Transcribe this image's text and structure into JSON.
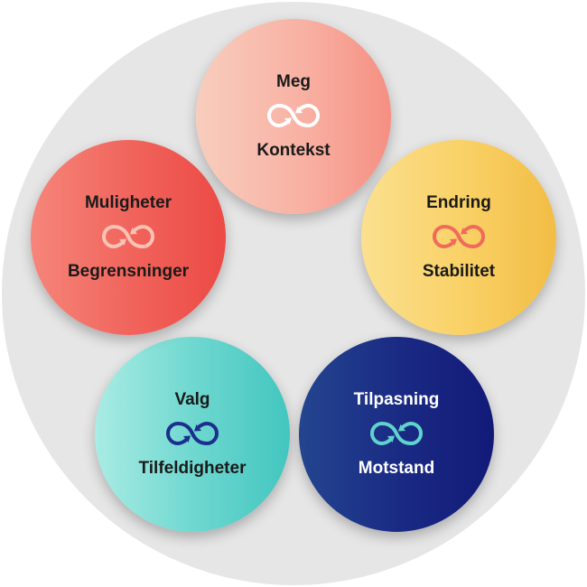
{
  "colors": {
    "background_circle": "#e6e6e6"
  },
  "nodes": [
    {
      "top": "Meg",
      "bottom": "Kontekst",
      "icon": "loop-arrows-icon",
      "icon_color": "#ffffff",
      "text_color": "#1a1a1a"
    },
    {
      "top": "Endring",
      "bottom": "Stabilitet",
      "icon": "loop-arrows-icon",
      "icon_color": "#f06a5c",
      "text_color": "#1a1a1a"
    },
    {
      "top": "Tilpasning",
      "bottom": "Motstand",
      "icon": "loop-arrows-icon",
      "icon_color": "#5fd3cc",
      "text_color": "#ffffff"
    },
    {
      "top": "Valg",
      "bottom": "Tilfeldigheter",
      "icon": "loop-arrows-icon",
      "icon_color": "#1c2f8c",
      "text_color": "#1a1a1a"
    },
    {
      "top": "Muligheter",
      "bottom": "Begrensninger",
      "icon": "loop-arrows-icon",
      "icon_color": "#f8c3b4",
      "text_color": "#1a1a1a"
    }
  ]
}
